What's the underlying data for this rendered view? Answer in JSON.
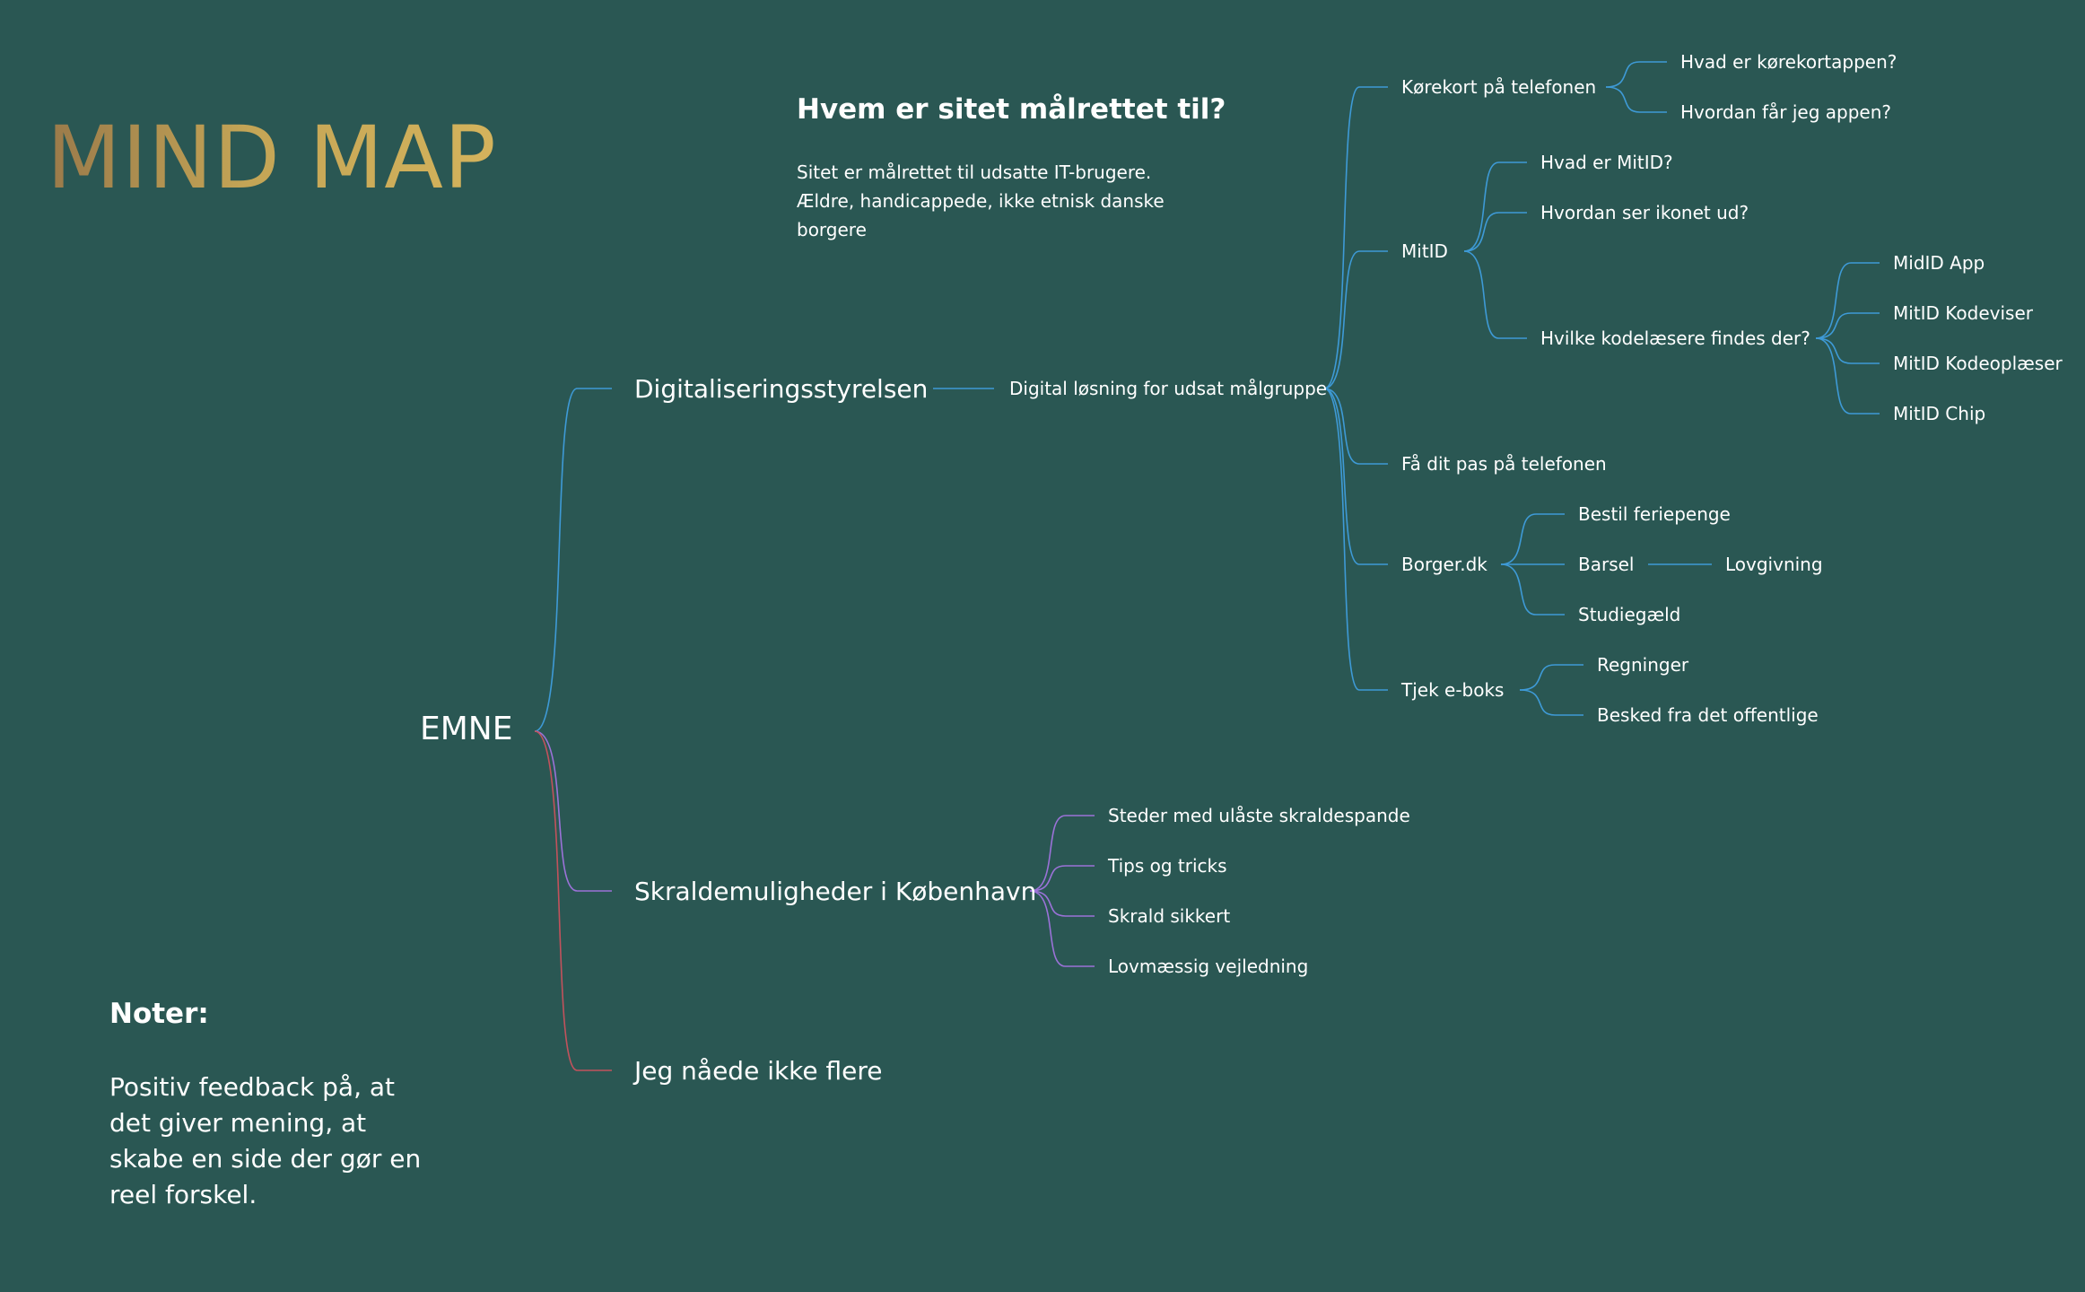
{
  "title": "MIND MAP",
  "question": {
    "heading": "Hvem er sitet målrettet til?",
    "lines": [
      "Sitet er målrettet til udsatte IT-brugere.",
      "Ældre, handicappede, ikke etnisk danske",
      "borgere"
    ]
  },
  "notes": {
    "heading": "Noter:",
    "lines": [
      "Positiv feedback på, at",
      "det giver mening, at",
      "skabe en side der gør en",
      "reel forskel."
    ]
  },
  "colors": {
    "background": "#2a5753",
    "blue": "#3e9ad6",
    "purple": "#9b72d8",
    "red": "#c2525c"
  },
  "mindmap": {
    "root": "EMNE",
    "digi": {
      "label": "Digitaliseringsstyrelsen",
      "solution": "Digital løsning for udsat målgruppe",
      "korekort": {
        "label": "Kørekort på telefonen",
        "children": [
          "Hvad er kørekortappen?",
          "Hvordan får jeg appen?"
        ]
      },
      "mitid": {
        "label": "MitID",
        "what": "Hvad er MitID?",
        "icon": "Hvordan ser ikonet ud?",
        "readers": {
          "label": "Hvilke kodelæsere findes der?",
          "children": [
            "MidID App",
            "MitID Kodeviser",
            "MitID Kodeoplæser",
            "MitID Chip"
          ]
        }
      },
      "pas": "Få dit pas på telefonen",
      "borger": {
        "label": "Borger.dk",
        "feriepenge": "Bestil feriepenge",
        "barsel": "Barsel",
        "lovgivning": "Lovgivning",
        "studie": "Studiegæld"
      },
      "eboks": {
        "label": "Tjek e-boks",
        "children": [
          "Regninger",
          "Besked fra det offentlige"
        ]
      }
    },
    "skrald": {
      "label": "Skraldemuligheder i København",
      "children": [
        "Steder med ulåste skraldespande",
        "Tips og tricks",
        "Skrald sikkert",
        "Lovmæssig vejledning"
      ]
    },
    "flere": "Jeg nåede ikke flere"
  }
}
